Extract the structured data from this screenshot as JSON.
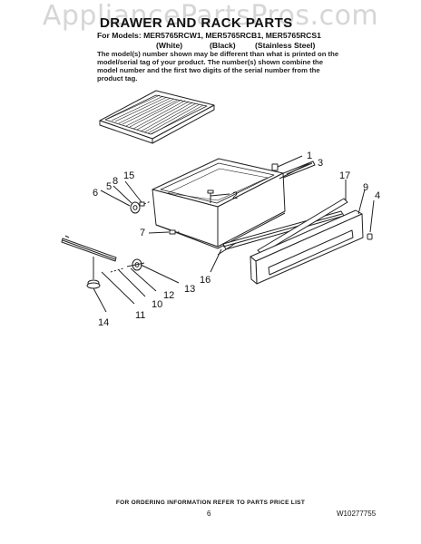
{
  "watermark": "AppliancePartsPros.com",
  "header": {
    "title": "DRAWER AND RACK PARTS",
    "models": "For Models: MER5765RCW1, MER5765RCB1, MER5765RCS1",
    "colors": [
      "(White)",
      "(Black)",
      "(Stainless Steel)"
    ],
    "note": "The model(s) number shown may be different than what is printed on the model/serial tag of your product. The number(s) shown combine the model number and the first two digits of the serial number from the product tag."
  },
  "callouts": [
    "1",
    "2",
    "3",
    "4",
    "5",
    "6",
    "7",
    "8",
    "9",
    "10",
    "11",
    "12",
    "13",
    "14",
    "15",
    "16",
    "17"
  ],
  "footer": {
    "ordering": "FOR ORDERING INFORMATION REFER TO PARTS PRICE LIST",
    "page": "6",
    "doc_number": "W10277755"
  }
}
